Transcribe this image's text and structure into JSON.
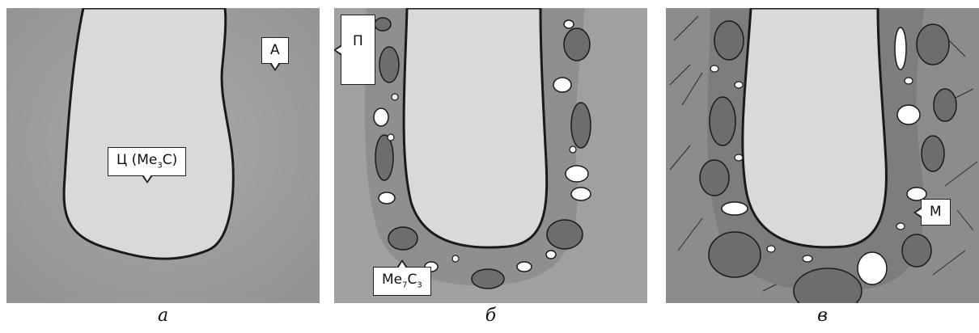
{
  "panels": [
    {
      "caption": "а",
      "labels": {
        "austenite": "А",
        "cementite": "Ц (Me",
        "cementite_sub": "3",
        "cementite_end": "C)"
      }
    },
    {
      "caption": "б",
      "labels": {
        "pearlite": "П",
        "carbide": "Me",
        "carbide_sub1": "7",
        "carbide_mid": "C",
        "carbide_sub2": "3"
      }
    },
    {
      "caption": "в",
      "labels": {
        "martensite": "М"
      }
    }
  ],
  "colors": {
    "matrix_gray": "#8f8f8f",
    "carbide_core": "#d9d9d9",
    "outline": "#1a1a1a",
    "particle_dark": "#6d6d6d",
    "particle_light": "#ffffff"
  }
}
